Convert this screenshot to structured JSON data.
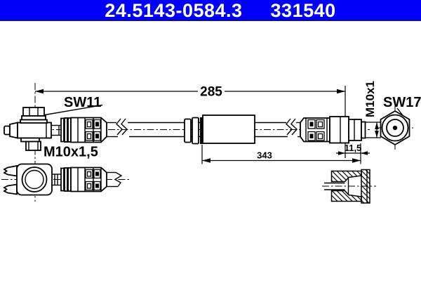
{
  "header": {
    "part_number": "24.5143-0584.3",
    "ref_number": "331540",
    "bg_color": "#0000FA",
    "text_color": "#FFFFFF"
  },
  "drawing": {
    "type": "brake-hose-technical-drawing",
    "line_color": "#000000",
    "bg_color": "#FFFFFF",
    "labels": {
      "banjo_bolt_wrench": "SW11",
      "banjo_bolt_thread": "M10x1,5",
      "end_fitting_thread": "M10x1",
      "end_fitting_wrench": "SW17"
    },
    "dimensions": {
      "hose_free_length": "285",
      "overall_length": "343",
      "end_fitting_length": "11,5"
    }
  }
}
